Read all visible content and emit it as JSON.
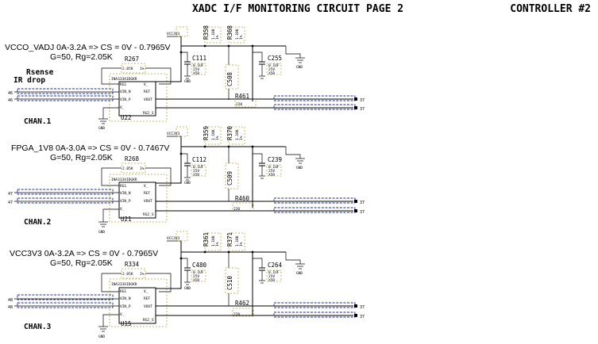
{
  "page": {
    "title": "XADC I/F MONITORING CIRCUIT PAGE 2",
    "controller": "CONTROLLER #2"
  },
  "side_labels": {
    "rsense": "Rsense",
    "ir_drop": "IR drop"
  },
  "channels": [
    {
      "line1": "VCCO_VADJ 0A-3.2A => CS = 0V - 0.7965V",
      "line2": "G=50, Rg=2.05K",
      "chan_label": "CHAN.1",
      "amp_ref": "U22",
      "amp_part": "INA333AIDGKR",
      "rg_ref": "R267",
      "rg_val": "2.05K",
      "rg_tol": "1%",
      "c_in": "C111",
      "r_a": "R358",
      "r_b": "R368",
      "c_out": "C255",
      "c_ser": "C508",
      "r_fb": "R461",
      "r_fb_val": "220",
      "vcc": "VCC3V3",
      "pin_in_top": "46",
      "pin_in_bot": "46",
      "pin_out_top": "37",
      "pin_out_bot": "37"
    },
    {
      "line1": "FPGA_1V8 0A-3.0A => CS = 0V - 0.7467V",
      "line2": "G=50, Rg=2.05K",
      "chan_label": "CHAN.2",
      "amp_ref": "U21",
      "amp_part": "INA333AIDGKR",
      "rg_ref": "R268",
      "rg_val": "2.05K",
      "rg_tol": "1%",
      "c_in": "C112",
      "r_a": "R359",
      "r_b": "R370",
      "c_out": "C239",
      "c_ser": "C509",
      "r_fb": "R460",
      "r_fb_val": "220",
      "vcc": "VCC3V3",
      "pin_in_top": "47",
      "pin_in_bot": "47",
      "pin_out_top": "37",
      "pin_out_bot": "37"
    },
    {
      "line1": "VCC3V3 0A-3.2A => CS = 0V - 0.7965V",
      "line2": "G=50, Rg=2.05K",
      "chan_label": "CHAN.3",
      "amp_ref": "U15",
      "amp_part": "INA333AIDGKR",
      "rg_ref": "R334",
      "rg_val": "2.05K",
      "rg_tol": "1%",
      "c_in": "C480",
      "r_a": "R361",
      "r_b": "R371",
      "c_out": "C264",
      "c_ser": "C510",
      "r_fb": "R462",
      "r_fb_val": "220",
      "vcc": "VCC3V3",
      "pin_in_top": "48",
      "pin_in_bot": "48",
      "pin_out_top": "37",
      "pin_out_bot": "37"
    }
  ],
  "component_text": {
    "cap_val": "0.1UF",
    "cap_volt": "25V",
    "cap_type": "X5R",
    "res_val": "1.10K",
    "res_tol": "1%",
    "gnd": "GND",
    "pins": {
      "rg1": "RG1",
      "vin_n": "VIN_N",
      "vin_p": "VIN_P",
      "vout": "VOUT",
      "v_pos": "V_",
      "ref": "REF",
      "v_neg": "V_",
      "rg2": "RG2_S"
    }
  },
  "colors": {
    "wire": "#000000",
    "net_flag": "#1c2a9a",
    "part_outline": "#b8a93c"
  }
}
